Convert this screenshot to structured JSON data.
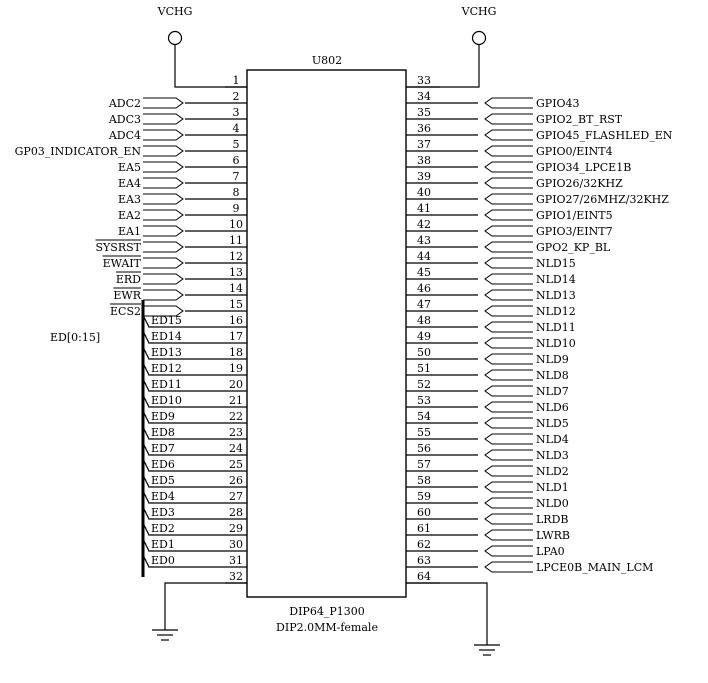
{
  "power": {
    "left": "VCHG",
    "right": "VCHG"
  },
  "chip": {
    "ref": "U802",
    "footprint": "DIP64_P1300",
    "package": "DIP2.0MM-female"
  },
  "bus_label": "ED[0:15]",
  "left_pins": [
    {
      "num": "1",
      "net": ""
    },
    {
      "num": "2",
      "net": "ADC2"
    },
    {
      "num": "3",
      "net": "ADC3"
    },
    {
      "num": "4",
      "net": "ADC4"
    },
    {
      "num": "5",
      "net": "GP03_INDICATOR_EN"
    },
    {
      "num": "6",
      "net": "EA5"
    },
    {
      "num": "7",
      "net": "EA4"
    },
    {
      "num": "8",
      "net": "EA3"
    },
    {
      "num": "9",
      "net": "EA2"
    },
    {
      "num": "10",
      "net": "EA1"
    },
    {
      "num": "11",
      "net": "SYSRST",
      "overbar": true
    },
    {
      "num": "12",
      "net": "EWAIT",
      "overbar": true
    },
    {
      "num": "13",
      "net": "ERD",
      "overbar": true
    },
    {
      "num": "14",
      "net": "EWR",
      "overbar": true
    },
    {
      "num": "15",
      "net": "ECS2",
      "overbar": true
    },
    {
      "num": "16",
      "net": "ED15",
      "bus": true
    },
    {
      "num": "17",
      "net": "ED14",
      "bus": true
    },
    {
      "num": "18",
      "net": "ED13",
      "bus": true
    },
    {
      "num": "19",
      "net": "ED12",
      "bus": true
    },
    {
      "num": "20",
      "net": "ED11",
      "bus": true
    },
    {
      "num": "21",
      "net": "ED10",
      "bus": true
    },
    {
      "num": "22",
      "net": "ED9",
      "bus": true
    },
    {
      "num": "23",
      "net": "ED8",
      "bus": true
    },
    {
      "num": "24",
      "net": "ED7",
      "bus": true
    },
    {
      "num": "25",
      "net": "ED6",
      "bus": true
    },
    {
      "num": "26",
      "net": "ED5",
      "bus": true
    },
    {
      "num": "27",
      "net": "ED4",
      "bus": true
    },
    {
      "num": "28",
      "net": "ED3",
      "bus": true
    },
    {
      "num": "29",
      "net": "ED2",
      "bus": true
    },
    {
      "num": "30",
      "net": "ED1",
      "bus": true
    },
    {
      "num": "31",
      "net": "ED0",
      "bus": true
    },
    {
      "num": "32",
      "net": ""
    }
  ],
  "right_pins": [
    {
      "num": "33",
      "net": ""
    },
    {
      "num": "34",
      "net": "GPIO43"
    },
    {
      "num": "35",
      "net": "GPIO2_BT_RST"
    },
    {
      "num": "36",
      "net": "GPIO45_FLASHLED_EN"
    },
    {
      "num": "37",
      "net": "GPIO0/EINT4"
    },
    {
      "num": "38",
      "net": "GPIO34_LPCE1B"
    },
    {
      "num": "39",
      "net": "GPIO26/32KHZ"
    },
    {
      "num": "40",
      "net": "GPIO27/26MHZ/32KHZ"
    },
    {
      "num": "41",
      "net": "GPIO1/EINT5"
    },
    {
      "num": "42",
      "net": "GPIO3/EINT7"
    },
    {
      "num": "43",
      "net": "GPO2_KP_BL"
    },
    {
      "num": "44",
      "net": "NLD15"
    },
    {
      "num": "45",
      "net": "NLD14"
    },
    {
      "num": "46",
      "net": "NLD13"
    },
    {
      "num": "47",
      "net": "NLD12"
    },
    {
      "num": "48",
      "net": "NLD11"
    },
    {
      "num": "49",
      "net": "NLD10"
    },
    {
      "num": "50",
      "net": "NLD9"
    },
    {
      "num": "51",
      "net": "NLD8"
    },
    {
      "num": "52",
      "net": "NLD7"
    },
    {
      "num": "53",
      "net": "NLD6"
    },
    {
      "num": "54",
      "net": "NLD5"
    },
    {
      "num": "55",
      "net": "NLD4"
    },
    {
      "num": "56",
      "net": "NLD3"
    },
    {
      "num": "57",
      "net": "NLD2"
    },
    {
      "num": "58",
      "net": "NLD1"
    },
    {
      "num": "59",
      "net": "NLD0"
    },
    {
      "num": "60",
      "net": "LRDB"
    },
    {
      "num": "61",
      "net": "LWRB"
    },
    {
      "num": "62",
      "net": "LPA0"
    },
    {
      "num": "63",
      "net": "LPCE0B_MAIN_LCM"
    },
    {
      "num": "64",
      "net": ""
    }
  ]
}
